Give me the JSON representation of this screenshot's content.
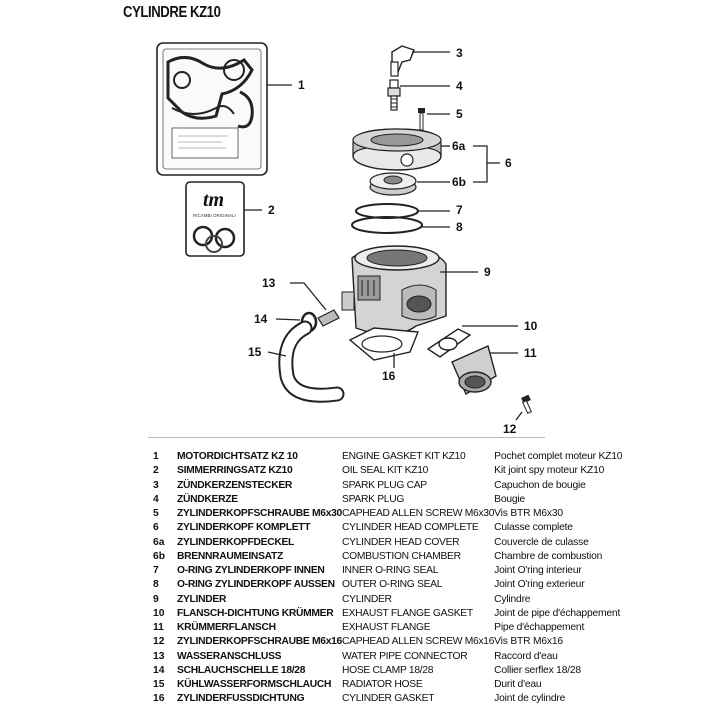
{
  "title": "CYLINDRE KZ10",
  "callouts": {
    "c1": "1",
    "c2": "2",
    "c3": "3",
    "c4": "4",
    "c5": "5",
    "c6a": "6a",
    "c6": "6",
    "c6b": "6b",
    "c7": "7",
    "c8": "8",
    "c9": "9",
    "c10": "10",
    "c11": "11",
    "c12": "12",
    "c13": "13",
    "c14": "14",
    "c15": "15",
    "c16": "16"
  },
  "logo_text": "tm",
  "logo_subtext": "RICAMBI ORIGINALI",
  "parts": [
    {
      "no": "1",
      "de": "MOTORDICHTSATZ KZ 10",
      "en": "ENGINE GASKET KIT KZ10",
      "fr": "Pochet complet moteur KZ10"
    },
    {
      "no": "2",
      "de": "SIMMERRINGSATZ KZ10",
      "en": "OIL SEAL KIT KZ10",
      "fr": "Kit joint spy moteur KZ10"
    },
    {
      "no": "3",
      "de": "ZÜNDKERZENSTECKER",
      "en": "SPARK PLUG CAP",
      "fr": "Capuchon de bougie"
    },
    {
      "no": "4",
      "de": "ZÜNDKERZE",
      "en": "SPARK PLUG",
      "fr": "Bougie"
    },
    {
      "no": "5",
      "de": "ZYLINDERKOPFSCHRAUBE M6x30",
      "en": "CAPHEAD ALLEN SCREW M6x30",
      "fr": "Vis BTR M6x30"
    },
    {
      "no": "6",
      "de": "ZYLINDERKOPF KOMPLETT",
      "en": "CYLINDER HEAD COMPLETE",
      "fr": "Culasse complete"
    },
    {
      "no": "6a",
      "de": "ZYLINDERKOPFDECKEL",
      "en": "CYLINDER HEAD COVER",
      "fr": "Couvercle de culasse"
    },
    {
      "no": "6b",
      "de": "BRENNRAUMEINSATZ",
      "en": "COMBUSTION CHAMBER",
      "fr": "Chambre de combustion"
    },
    {
      "no": "7",
      "de": "O-RING ZYLINDERKOPF INNEN",
      "en": "INNER O-RING SEAL",
      "fr": "Joint O'ring interieur"
    },
    {
      "no": "8",
      "de": "O-RING ZYLINDERKOPF AUSSEN",
      "en": "OUTER O-RING SEAL",
      "fr": "Joint O'ring exterieur"
    },
    {
      "no": "9",
      "de": "ZYLINDER",
      "en": "CYLINDER",
      "fr": "Cylindre"
    },
    {
      "no": "10",
      "de": "FLANSCH-DICHTUNG KRÜMMER",
      "en": "EXHAUST FLANGE GASKET",
      "fr": "Joint de pipe d'échappement"
    },
    {
      "no": "11",
      "de": "KRÜMMERFLANSCH",
      "en": "EXHAUST FLANGE",
      "fr": "Pipe d'échappement"
    },
    {
      "no": "12",
      "de": "ZYLINDERKOPFSCHRAUBE M6x16",
      "en": "CAPHEAD ALLEN SCREW M6x16",
      "fr": "Vis BTR M6x16"
    },
    {
      "no": "13",
      "de": "WASSERANSCHLUSS",
      "en": "WATER PIPE CONNECTOR",
      "fr": "Raccord d'eau"
    },
    {
      "no": "14",
      "de": "SCHLAUCHSCHELLE 18/28",
      "en": "HOSE CLAMP 18/28",
      "fr": "Collier serflex 18/28"
    },
    {
      "no": "15",
      "de": "KÜHLWASSERFORMSCHLAUCH",
      "en": "RADIATOR HOSE",
      "fr": "Durit d'eau"
    },
    {
      "no": "16",
      "de": "ZYLINDERFUSSDICHTUNG",
      "en": "CYLINDER GASKET",
      "fr": "Joint de cylindre"
    }
  ]
}
